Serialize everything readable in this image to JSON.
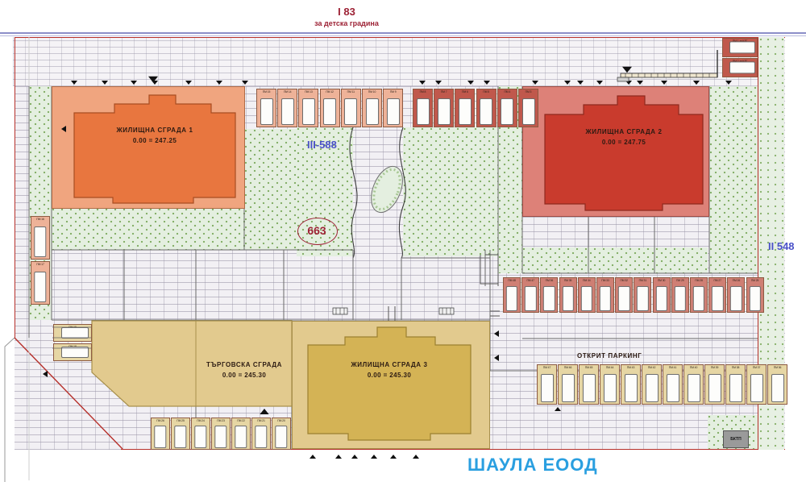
{
  "plan": {
    "top_road": {
      "number": "I 83",
      "note": "за детска градина"
    },
    "right_road": {
      "number": "II 548"
    },
    "inner_road": {
      "number": "III-588"
    },
    "plot_number": "663",
    "company": "ШАУЛА ЕООД",
    "open_parking_label": "ОТКРИТ ПАРКИНГ",
    "substation_label": "БКТП"
  },
  "buildings": [
    {
      "id": "b1",
      "name": "ЖИЛИЩНА СГРАДА 1",
      "level": "0.00 = 247.25",
      "color": "#e8763f"
    },
    {
      "id": "b2",
      "name": "ЖИЛИЩНА СГРАДА 2",
      "level": "0.00 = 247.75",
      "color": "#c93b2d"
    },
    {
      "id": "b3",
      "name": "ЖИЛИЩНА СГРАДА 3",
      "level": "0.00 = 245.30",
      "color": "#d4b355"
    },
    {
      "id": "comm",
      "name": "ТЪРГОВСКА СГРАДА",
      "level": "0.00 = 245.30",
      "color": "#e2ca8e"
    }
  ],
  "parking": {
    "kdg": [
      {
        "tag": "ПМ 1 за КДГ"
      },
      {
        "tag": "ПМ 2 за КДГ"
      }
    ],
    "top_left_row": [
      {
        "tag": "ПМ 15"
      },
      {
        "tag": "ПМ 14"
      },
      {
        "tag": "ПМ 13"
      },
      {
        "tag": "ПМ 12"
      },
      {
        "tag": "ПМ 11"
      },
      {
        "tag": "ПМ 10"
      },
      {
        "tag": "ПМ 9"
      }
    ],
    "top_right_row": [
      {
        "tag": "ПМ 8"
      },
      {
        "tag": "ПМ 7"
      },
      {
        "tag": "ПМ 6"
      },
      {
        "tag": "ПМ 5"
      },
      {
        "tag": "ПМ 4"
      },
      {
        "tag": "ПМ 3"
      }
    ],
    "left_column": [
      {
        "tag": "ПМ 16"
      },
      {
        "tag": "ПМ 17"
      }
    ],
    "left_horizontal": [
      {
        "tag": "ПМ 19"
      },
      {
        "tag": "ПМ 18"
      }
    ],
    "mid_right_row": [
      {
        "tag": "ПМ 48"
      },
      {
        "tag": "ПМ 47"
      },
      {
        "tag": "ПМ 36"
      },
      {
        "tag": "ПМ 35"
      },
      {
        "tag": "ПМ 34"
      },
      {
        "tag": "ПМ 33"
      },
      {
        "tag": "ПМ 32"
      },
      {
        "tag": "ПМ 31"
      },
      {
        "tag": "ПМ 30"
      },
      {
        "tag": "ПМ 29"
      },
      {
        "tag": "ПМ 28"
      },
      {
        "tag": "ПМ 27"
      },
      {
        "tag": "ПМ 26"
      },
      {
        "tag": "ПМ 25"
      }
    ],
    "bottom_right_row": [
      {
        "tag": "ПМ 47"
      },
      {
        "tag": "ПМ 46"
      },
      {
        "tag": "ПМ 45"
      },
      {
        "tag": "ПМ 44"
      },
      {
        "tag": "ПМ 43"
      },
      {
        "tag": "ПМ 42"
      },
      {
        "tag": "ПМ 41"
      },
      {
        "tag": "ПМ 40"
      },
      {
        "tag": "ПМ 39"
      },
      {
        "tag": "ПМ 38"
      },
      {
        "tag": "ПМ 37"
      },
      {
        "tag": "ПМ 36"
      }
    ],
    "bottom_left_row": [
      {
        "tag": "ПМ 26"
      },
      {
        "tag": "ПМ 25"
      },
      {
        "tag": "ПМ 24"
      },
      {
        "tag": "ПМ 23"
      },
      {
        "tag": "ПМ 22"
      },
      {
        "tag": "ПМ 21"
      },
      {
        "tag": "ПМ 20"
      }
    ]
  }
}
